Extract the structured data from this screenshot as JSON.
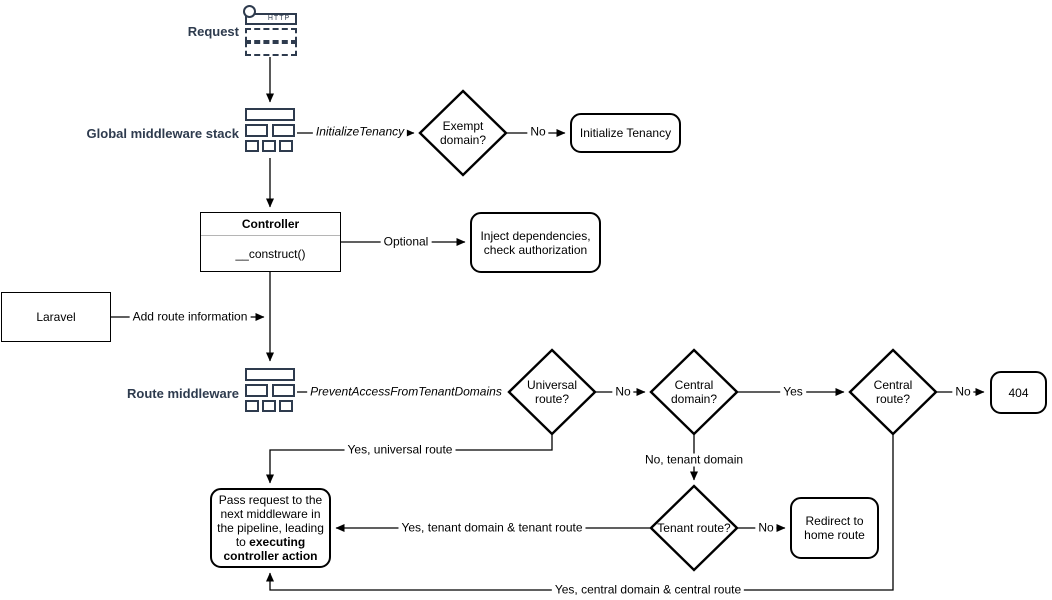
{
  "diagram": {
    "side_labels": {
      "request": "Request",
      "global_middleware_stack": "Global middleware stack",
      "route_middleware": "Route middleware"
    },
    "icons": {
      "http_label": "HTTP"
    },
    "nodes": {
      "exempt_domain": "Exempt domain?",
      "initialize_tenancy": "Initialize Tenancy",
      "controller_title": "Controller",
      "controller_method": "__construct()",
      "inject_dependencies": "Inject dependencies, check authorization",
      "laravel": "Laravel",
      "universal_route": "Universal route?",
      "central_domain": "Central domain?",
      "central_route": "Central route?",
      "error_404": "404",
      "tenant_route": "Tenant route?",
      "redirect_home": "Redirect to home route",
      "pass_request_text": "Pass request to the next middleware in the pipeline, leading to",
      "pass_request_bold": "executing controller action"
    },
    "edge_labels": {
      "initialize_tenancy_middleware": "InitializeTenancy",
      "prevent_access_middleware": "PreventAccessFromTenantDomains",
      "no": "No",
      "yes": "Yes",
      "optional": "Optional",
      "add_route_information": "Add route information",
      "yes_universal_route": "Yes, universal route",
      "no_tenant_domain": "No, tenant domain",
      "yes_tenant_domain_tenant_route": "Yes, tenant domain & tenant route",
      "yes_central_domain_central_route": "Yes, central domain & central route"
    },
    "colors": {
      "accent_navy": "#2e3b4e",
      "stroke": "#000000",
      "background": "#ffffff"
    }
  }
}
